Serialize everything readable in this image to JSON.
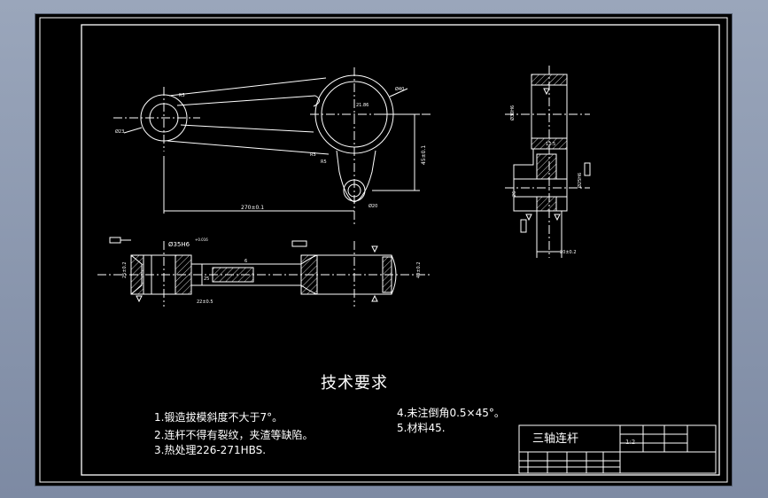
{
  "technical_requirements": {
    "title": "技术要求",
    "items": [
      "1.锻造拔模斜度不大于7°。",
      "2.连杆不得有裂纹，夹渣等缺陷。",
      "3.热处理226-271HBS.",
      "4.未注倒角0.5×45°。",
      "5.材料45."
    ]
  },
  "title_block": {
    "part_name": "三轴连杆",
    "scale": "1:2"
  },
  "dimensions": {
    "top_left_hole": "Ø23",
    "angle_r": "R5",
    "big_bore": "Ø40",
    "center_mark": "21.86",
    "boss_r": "R5",
    "small_r": "R5",
    "vertical": "45±0.1",
    "bottom_hole": "Ø20",
    "length": "270±0.1",
    "bore_fit": "Ø35H6",
    "bore_tol": "+0.016",
    "left_height": "25±0.2",
    "left_thick": "25",
    "web_small": "22±0.5",
    "web_len": "6",
    "right_height": "40±0.2",
    "side_bore": "Ø30H6",
    "side_slot": "12.5",
    "side_pin": "Ø25H6",
    "side_height": "26",
    "side_width": "20±0.2"
  },
  "colors": {
    "sheet": "#000000",
    "line": "#ffffff",
    "center": "#ffffff"
  }
}
